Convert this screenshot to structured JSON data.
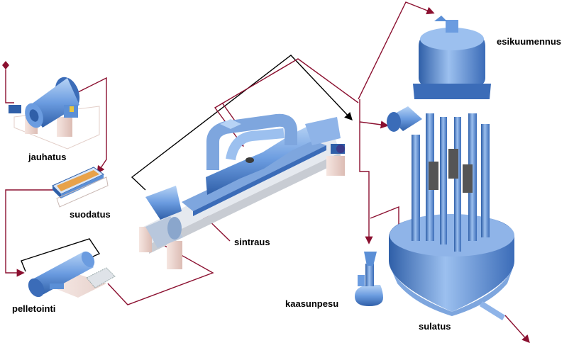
{
  "labels": {
    "jauhatus": "jauhatus",
    "suodatus": "suodatus",
    "pelletointi": "pelletointi",
    "sintraus": "sintraus",
    "kaasunpesu": "kaasunpesu",
    "esikuumennus": "esikuumennus",
    "sulatus": "sulatus"
  },
  "colors": {
    "equipment_blue": "#5b8fd6",
    "equipment_dark": "#2f5fa8",
    "equipment_light": "#a9c8f0",
    "support_pink": "#f1dcd6",
    "flow_red": "#8b1030",
    "flow_black": "#000000"
  }
}
